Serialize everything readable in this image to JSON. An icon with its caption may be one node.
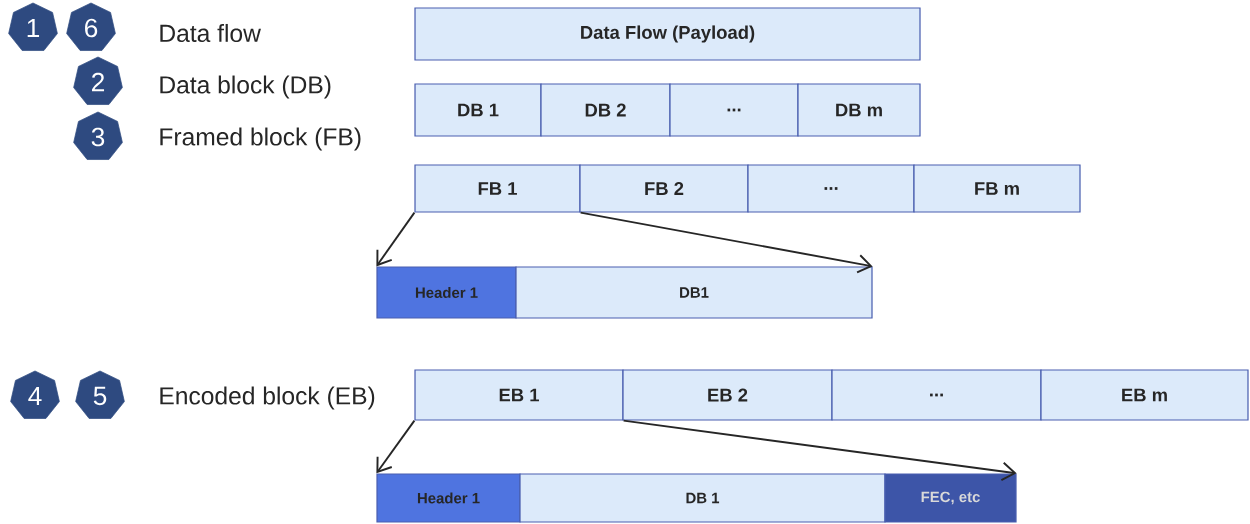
{
  "diagram": {
    "nodes": [
      {
        "text": [
          "1"
        ]
      },
      {
        "text": [
          "6"
        ]
      },
      {
        "text": [
          "2"
        ]
      },
      {
        "text": [
          "3"
        ]
      },
      {
        "text": [
          "4"
        ]
      },
      {
        "text": [
          "5"
        ]
      },
      {
        "text": [
          "Data Flow (Payload)"
        ]
      },
      {
        "text": [
          "DB 1"
        ]
      },
      {
        "text": [
          "DB 2"
        ]
      },
      {
        "text": [
          "..."
        ]
      },
      {
        "text": [
          "DB m"
        ]
      },
      {
        "text": [
          "FB 1"
        ]
      },
      {
        "text": [
          "FB 2"
        ]
      },
      {
        "text": [
          "..."
        ]
      },
      {
        "text": [
          "FB m"
        ]
      },
      {
        "text": [
          "Header 1"
        ]
      },
      {
        "text": [
          "DB1"
        ]
      },
      {
        "text": [
          "EB 1"
        ]
      },
      {
        "text": [
          "EB 2"
        ]
      },
      {
        "text": [
          "..."
        ]
      },
      {
        "text": [
          "EB m"
        ]
      },
      {
        "text": [
          "Header 1"
        ]
      },
      {
        "text": [
          "DB 1"
        ]
      },
      {
        "text": [
          "FEC, etc"
        ]
      }
    ],
    "edges": [
      {
        "from": 11,
        "to": 15,
        "arrow": "to"
      },
      {
        "from": 11,
        "to": 16,
        "arrow": "to"
      },
      {
        "from": 17,
        "to": 21,
        "arrow": "to"
      },
      {
        "from": 17,
        "to": 23,
        "arrow": "to"
      }
    ],
    "labels": [
      "Data flow",
      "Data block (DB)",
      "Framed block (FB)",
      "Encoded block (EB)"
    ]
  }
}
